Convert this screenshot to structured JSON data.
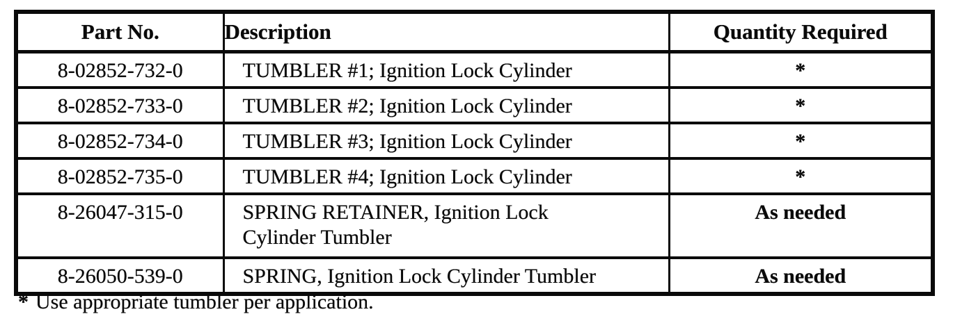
{
  "colors": {
    "ink": "#0a0a0a",
    "paper": "#ffffff"
  },
  "table": {
    "headers": {
      "part_no": "Part No.",
      "description": "Description",
      "quantity": "Quantity Required"
    },
    "rows": [
      {
        "part_no": "8-02852-732-0",
        "description": "TUMBLER #1; Ignition Lock Cylinder",
        "quantity": "*"
      },
      {
        "part_no": "8-02852-733-0",
        "description": "TUMBLER #2; Ignition Lock Cylinder",
        "quantity": "*"
      },
      {
        "part_no": "8-02852-734-0",
        "description": "TUMBLER #3; Ignition Lock Cylinder",
        "quantity": "*"
      },
      {
        "part_no": "8-02852-735-0",
        "description": "TUMBLER #4; Ignition Lock Cylinder",
        "quantity": "*"
      },
      {
        "part_no": "8-26047-315-0",
        "description": "SPRING RETAINER, Ignition Lock Cylinder Tumbler",
        "quantity": "As needed"
      },
      {
        "part_no": "8-26050-539-0",
        "description": "SPRING, Ignition Lock Cylinder Tumbler",
        "quantity": "As needed"
      }
    ],
    "footnote": {
      "marker": "*",
      "text": "Use appropriate tumbler per application."
    }
  }
}
